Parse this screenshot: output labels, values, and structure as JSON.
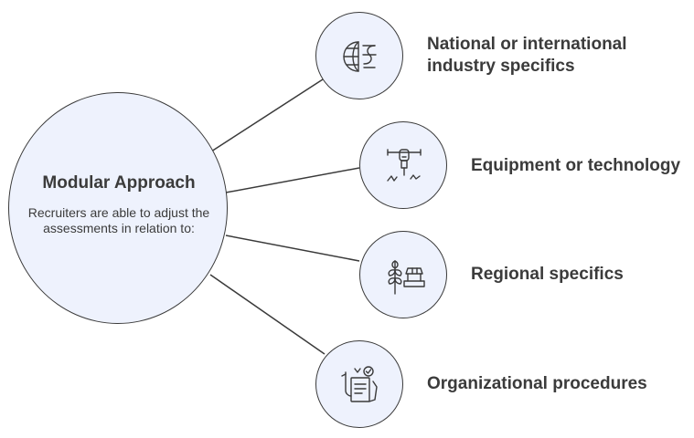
{
  "hub": {
    "title": "Modular Approach",
    "description": "Recruiters are able to adjust the assessments in relation to:"
  },
  "items": [
    {
      "label": "National or international industry specifics",
      "icon": "globe-icon"
    },
    {
      "label": "Equipment or technology",
      "icon": "jackhammer-icon"
    },
    {
      "label": "Regional specifics",
      "icon": "wheat-market-icon"
    },
    {
      "label": "Organizational procedures",
      "icon": "checklist-hand-icon"
    }
  ],
  "colors": {
    "circle_fill": "#eef2fd",
    "stroke": "#3a3a3a",
    "text": "#3b3b3b"
  }
}
